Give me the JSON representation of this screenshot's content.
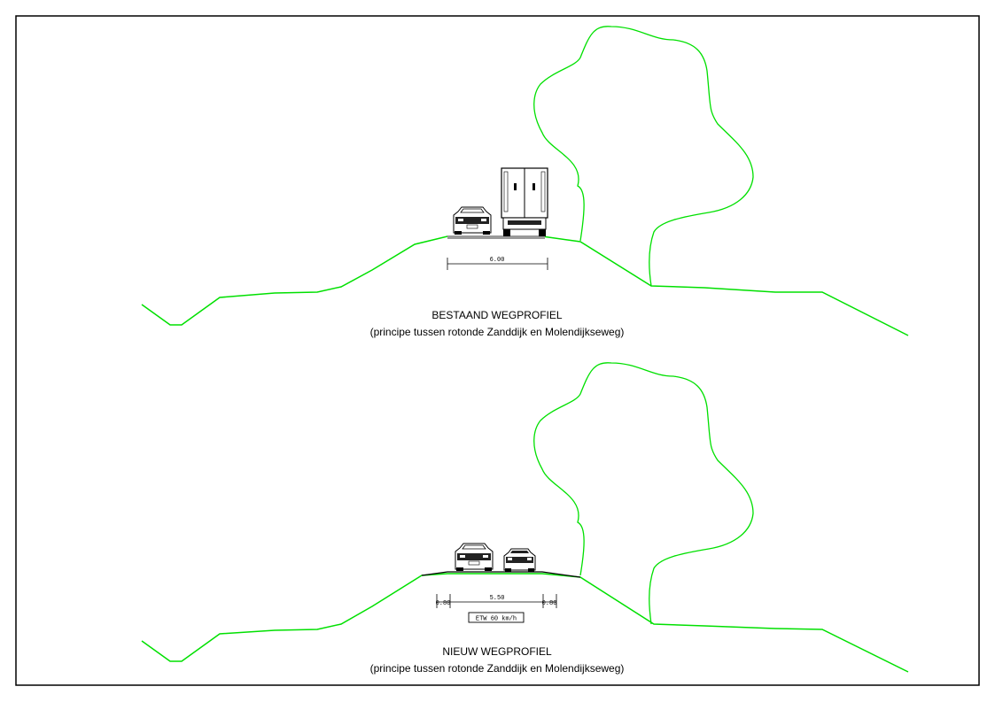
{
  "colors": {
    "terrain": "#00e000",
    "ink": "#000000",
    "asphalt": "#999999"
  },
  "existing": {
    "title": "BESTAAND WEGPROFIEL",
    "subtitle": "(principe tussen rotonde Zanddijk en Molendijkseweg)",
    "road_width": "6.00"
  },
  "new": {
    "title": "NIEUW WEGPROFIEL",
    "subtitle": "(principe tussen rotonde Zanddijk en Molendijkseweg)",
    "road_width": "5.50",
    "shoulder_left": "0.80",
    "shoulder_right": "0.80",
    "sign": "ETW 60 km/h"
  },
  "icons": [
    "car-icon",
    "truck-icon",
    "tree-outline-icon"
  ]
}
